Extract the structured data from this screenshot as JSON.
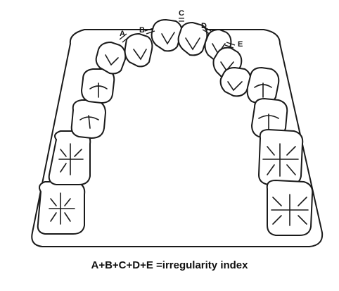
{
  "diagram": {
    "contact_labels": [
      "A",
      "B",
      "C",
      "D",
      "E"
    ],
    "caption": "A+B+C+D+E =irregularity index"
  }
}
